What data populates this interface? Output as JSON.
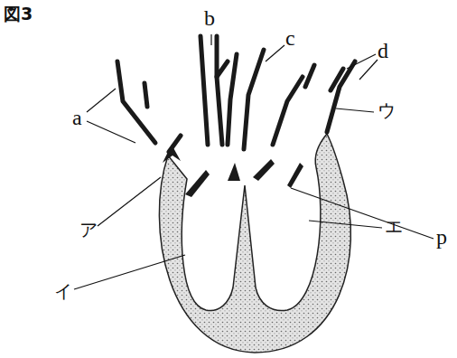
{
  "diagram": {
    "labels": [
      "図3",
      "a",
      "b",
      "c",
      "d",
      "ア",
      "イ",
      "ウ",
      "エ",
      "p"
    ]
  }
}
